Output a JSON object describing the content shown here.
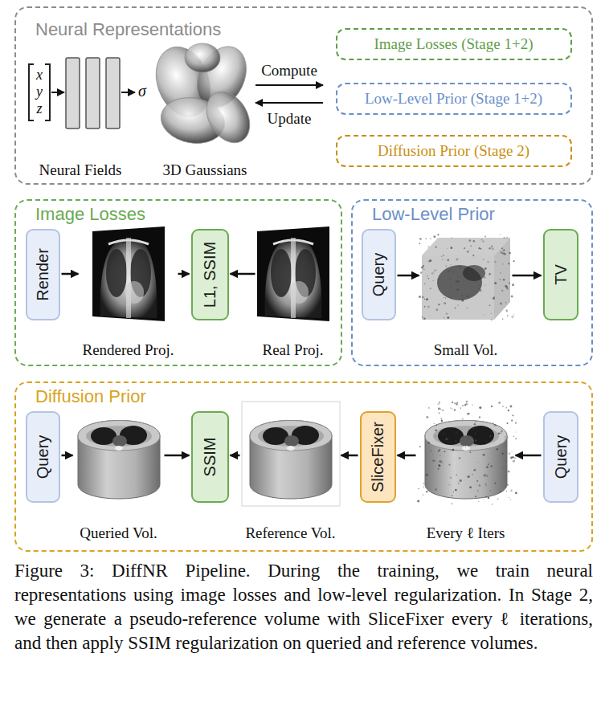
{
  "diagram": {
    "caption": "Figure 3: DiffNR Pipeline. During the training, we train neural representations using image losses and low-level regularization. In Stage 2, we generate a pseudo-reference volume with SliceFixer every ℓ iterations, and then apply SSIM regularization on queried and reference volumes.",
    "nodes": [
      {
        "text": [
          "Neural Representations"
        ]
      },
      {
        "text": [
          "Image Losses (Stage 1+2)"
        ],
        "in": 0
      },
      {
        "text": [
          "Low-Level Prior (Stage 1+2)"
        ],
        "in": 0
      },
      {
        "text": [
          "Diffusion Prior (Stage 2)"
        ],
        "in": 0
      },
      {
        "text": [
          "Image Losses"
        ]
      },
      {
        "text": [
          "Render"
        ],
        "in": 4
      },
      {
        "text": [
          "Rendered Proj."
        ],
        "in": 4
      },
      {
        "text": [
          "L1, SSIM"
        ],
        "in": 4
      },
      {
        "text": [
          "Real Proj."
        ],
        "in": 4
      },
      {
        "text": [
          "Low-Level Prior"
        ]
      },
      {
        "text": [
          "Query"
        ],
        "in": 9
      },
      {
        "text": [
          "Small Vol."
        ],
        "in": 9
      },
      {
        "text": [
          "TV"
        ],
        "in": 9
      },
      {
        "text": [
          "Diffusion Prior"
        ]
      },
      {
        "text": [
          "Query"
        ],
        "in": 13
      },
      {
        "text": [
          "Queried Vol."
        ],
        "in": 13
      },
      {
        "text": [
          "SSIM"
        ],
        "in": 13
      },
      {
        "text": [
          "Reference Vol."
        ],
        "in": 13
      },
      {
        "text": [
          "SliceFixer"
        ],
        "in": 13
      },
      {
        "text": [
          "Every ℓ Iters"
        ],
        "in": 13
      },
      {
        "text": [
          "Query"
        ],
        "in": 13
      }
    ],
    "edges": [
      {
        "from": 5,
        "to": 6,
        "arrow": "to"
      },
      {
        "from": 6,
        "to": 7,
        "arrow": "to"
      },
      {
        "from": 8,
        "to": 7,
        "arrow": "to"
      },
      {
        "from": 10,
        "to": 11,
        "arrow": "to"
      },
      {
        "from": 11,
        "to": 12,
        "arrow": "to"
      },
      {
        "from": 14,
        "to": 15,
        "arrow": "to"
      },
      {
        "from": 15,
        "to": 16,
        "arrow": "to"
      },
      {
        "from": 17,
        "to": 16,
        "arrow": "to"
      },
      {
        "from": 18,
        "to": 17,
        "arrow": "to"
      },
      {
        "from": 19,
        "to": 18,
        "arrow": "to"
      },
      {
        "from": 20,
        "to": 19,
        "arrow": "to"
      }
    ],
    "labels": [
      "x",
      "y",
      "z",
      "σ",
      "Neural Fields",
      "3D Gaussians",
      "Compute",
      "Update"
    ]
  }
}
